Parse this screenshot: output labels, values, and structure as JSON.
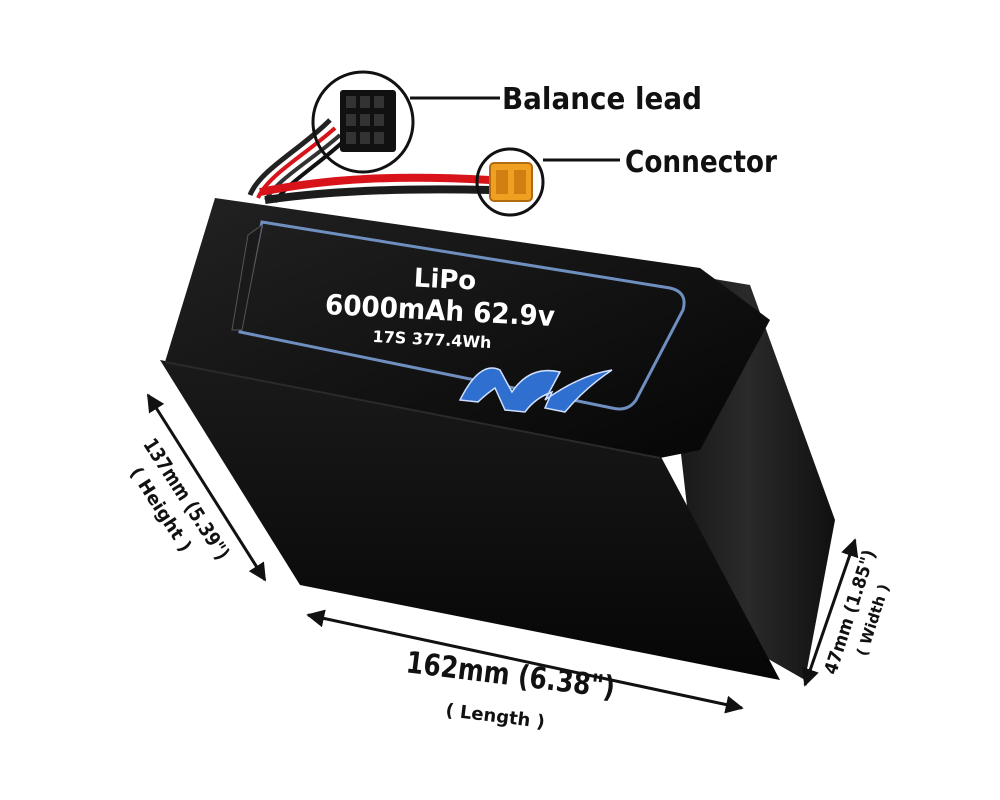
{
  "callouts": {
    "balance_lead": "Balance lead",
    "connector": "Connector"
  },
  "label": {
    "chemistry": "LiPo",
    "capacity_voltage": "6000mAh 62.9v",
    "config_energy": "17S 377.4Wh"
  },
  "dimensions": {
    "length": "162mm (6.38\")",
    "length_caption": "( Length )",
    "height": "137mm (5.39\")",
    "height_caption": "( Height )",
    "width": "47mm (1.85\")",
    "width_caption": "( Width )"
  },
  "colors": {
    "battery_body": "#0a0a0a",
    "label_border": "#6f8fc0",
    "logo_blue": "#2f6fd0",
    "wire_red": "#d8141a",
    "connector_orange": "#f0a020"
  }
}
